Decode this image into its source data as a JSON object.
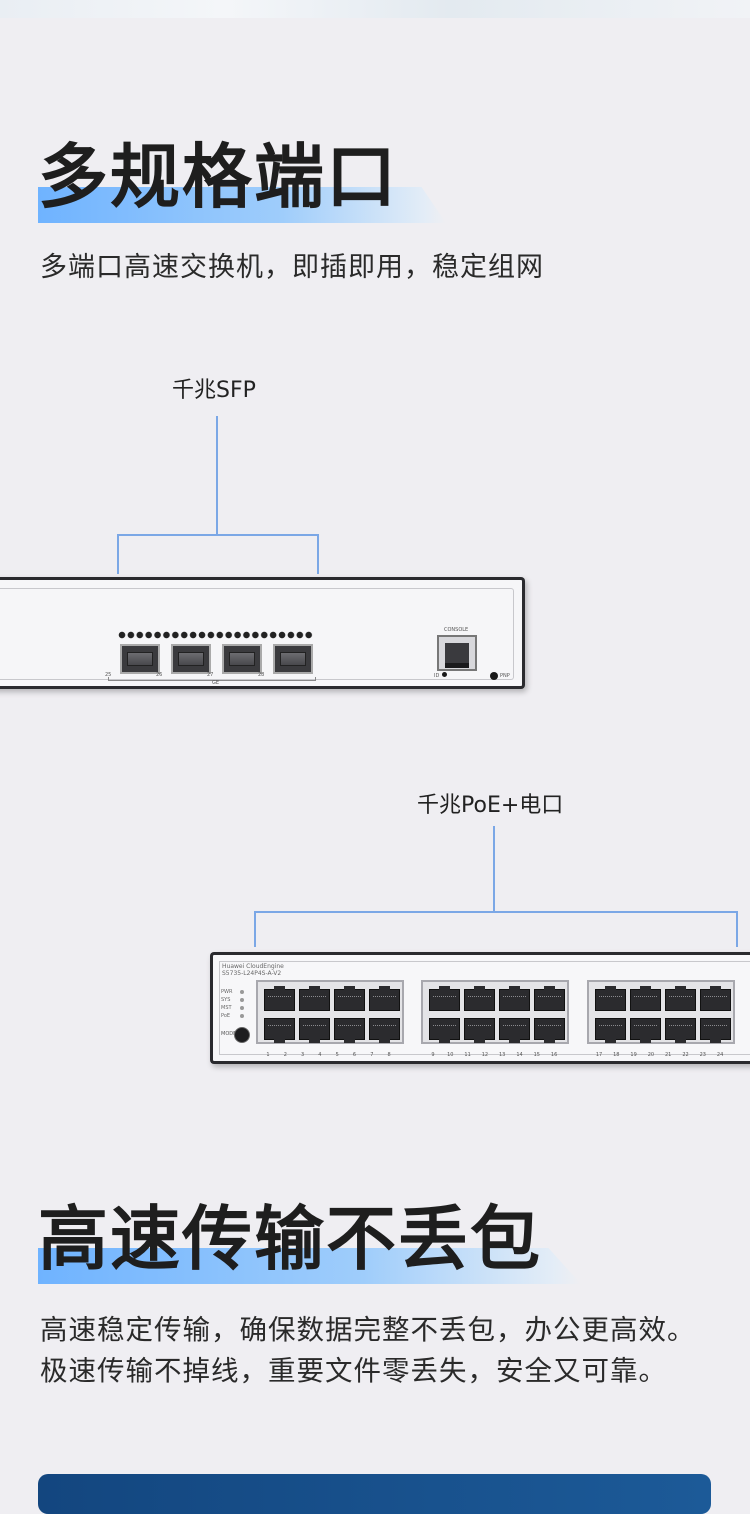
{
  "section1": {
    "title": "多规格端口",
    "description": "多端口高速交换机，即插即用，稳定组网"
  },
  "callouts": {
    "sfp_label": "千兆SFP",
    "poe_label": "千兆PoE+电口"
  },
  "sfp_switch": {
    "port_labels": [
      "25",
      "26",
      "27",
      "28"
    ],
    "group_label": "GE",
    "console_label": "CONSOLE",
    "id_label": "ID",
    "pnp_label": "PNP"
  },
  "poe_switch": {
    "brand": "Huawei CloudEngine",
    "model": "S5735-L24P4S-A-V2",
    "status_leds": [
      "PWR",
      "SYS",
      "MST",
      "PoE"
    ],
    "mode_label": "MODE",
    "port_numbers": [
      "1",
      "2",
      "3",
      "4",
      "5",
      "6",
      "7",
      "8",
      "9",
      "10",
      "11",
      "12",
      "13",
      "14",
      "15",
      "16",
      "17",
      "18",
      "19",
      "20",
      "21",
      "22",
      "23",
      "24"
    ]
  },
  "section2": {
    "title": "高速传输不丢包",
    "description_line1": "高速稳定传输，确保数据完整不丢包，办公更高效。",
    "description_line2": "极速传输不掉线，重要文件零丢失，安全又可靠。"
  },
  "colors": {
    "background": "#efeef2",
    "accent_blue": "#6fb3ff",
    "callout_line": "#7ba7e6",
    "bottom_card": "#13467f"
  }
}
